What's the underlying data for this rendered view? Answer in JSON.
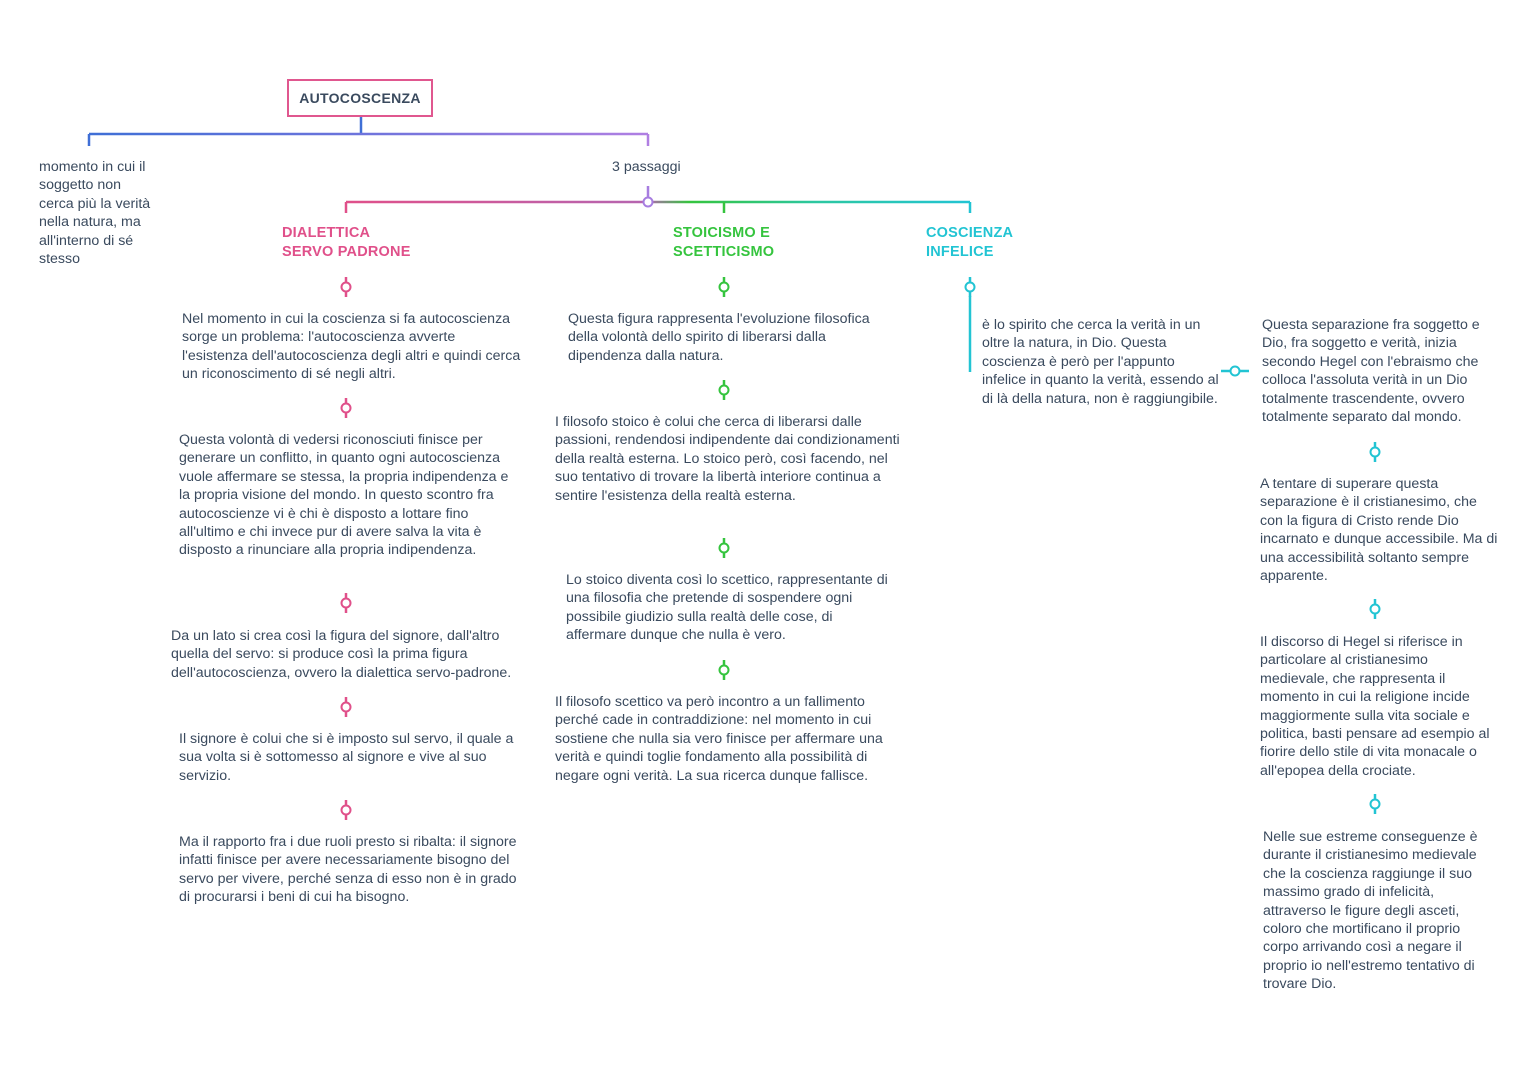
{
  "root": {
    "label": "AUTOCOSCENZA"
  },
  "left_note": "momento in cui il soggetto non cerca più la verità nella natura, ma all'interno di sé stesso",
  "passages_label": "3 passaggi",
  "colors": {
    "blue": "#3f6fd6",
    "purple": "#a77de0",
    "pink": "#e0508a",
    "green": "#35c43e",
    "cyan": "#22c4d3",
    "root_border": "#e0578f"
  },
  "branches": {
    "servo": {
      "title_line1": "DIALETTICA",
      "title_line2": "SERVO PADRONE",
      "steps": [
        "Nel momento in cui la coscienza si fa autocoscienza sorge un problema: l'autocoscienza avverte l'esistenza dell'autocoscienza degli altri e quindi cerca un riconoscimento di sé negli altri.",
        "Questa volontà di vedersi riconosciuti finisce per generare un conflitto, in quanto ogni autocoscienza vuole affermare se stessa, la propria indipendenza e la propria visione del mondo. In questo scontro fra autocoscienze vi è chi è disposto a lottare fino all'ultimo e chi invece pur di avere salva la vita è disposto a rinunciare alla propria indipendenza.",
        "Da un lato si crea così la figura del signore, dall'altro quella del servo: si produce così la prima figura dell'autocoscienza, ovvero la dialettica servo-padrone.",
        "Il signore è colui che si è imposto sul servo, il quale a sua volta si è sottomesso al signore e vive al suo servizio.",
        "Ma il rapporto fra i due ruoli presto si ribalta: il signore infatti finisce per avere necessariamente bisogno del servo per vivere, perché senza di esso non è in grado di procurarsi i beni di cui ha bisogno."
      ]
    },
    "stoicismo": {
      "title_line1": "STOICISMO E",
      "title_line2": "SCETTICISMO",
      "steps": [
        "Questa figura rappresenta l'evoluzione filosofica della volontà dello spirito di liberarsi dalla dipendenza dalla natura.",
        "I filosofo stoico è colui che cerca di liberarsi dalle passioni, rendendosi indipendente dai condizionamenti della realtà esterna. Lo stoico però, così facendo, nel suo tentativo di trovare la libertà interiore continua a sentire l'esistenza della realtà esterna.",
        "Lo stoico diventa così lo scettico, rappresentante di una filosofia che pretende di sospendere ogni possibile giudizio sulla realtà delle cose, di affermare dunque che nulla è vero.",
        "Il filosofo scettico va però incontro a un fallimento perché cade in contraddizione: nel momento in cui sostiene che nulla sia vero finisce per affermare una verità e quindi toglie fondamento alla possibilità di negare ogni verità. La sua ricerca dunque fallisce."
      ]
    },
    "infelice": {
      "title_line1": "COSCIENZA",
      "title_line2": "INFELICE",
      "intro": "è lo spirito che cerca la verità in un oltre la natura, in Dio. Questa coscienza è però per l'appunto infelice in quanto la verità, essendo al di là della natura, non è raggiungibile.",
      "steps": [
        "Questa separazione fra soggetto e Dio, fra soggetto e verità, inizia secondo Hegel con l'ebraismo che colloca l'assoluta verità in un Dio totalmente trascendente, ovvero totalmente separato dal mondo.",
        "A tentare di superare questa separazione è il cristianesimo, che con la figura di Cristo rende Dio incarnato e dunque accessibile. Ma di una accessibilità soltanto sempre apparente.",
        "Il discorso di Hegel si riferisce in particolare al cristianesimo medievale, che rappresenta il momento in cui la religione incide maggiormente sulla vita sociale e politica, basti pensare ad esempio al fiorire dello stile di vita monacale o all'epopea della crociate.",
        "Nelle sue estreme conseguenze è durante il cristianesimo medievale che la coscienza raggiunge il suo massimo grado di infelicità, attraverso le figure degli asceti, coloro che mortificano il proprio corpo arrivando così a negare il proprio io nell'estremo tentativo di trovare Dio."
      ]
    }
  }
}
